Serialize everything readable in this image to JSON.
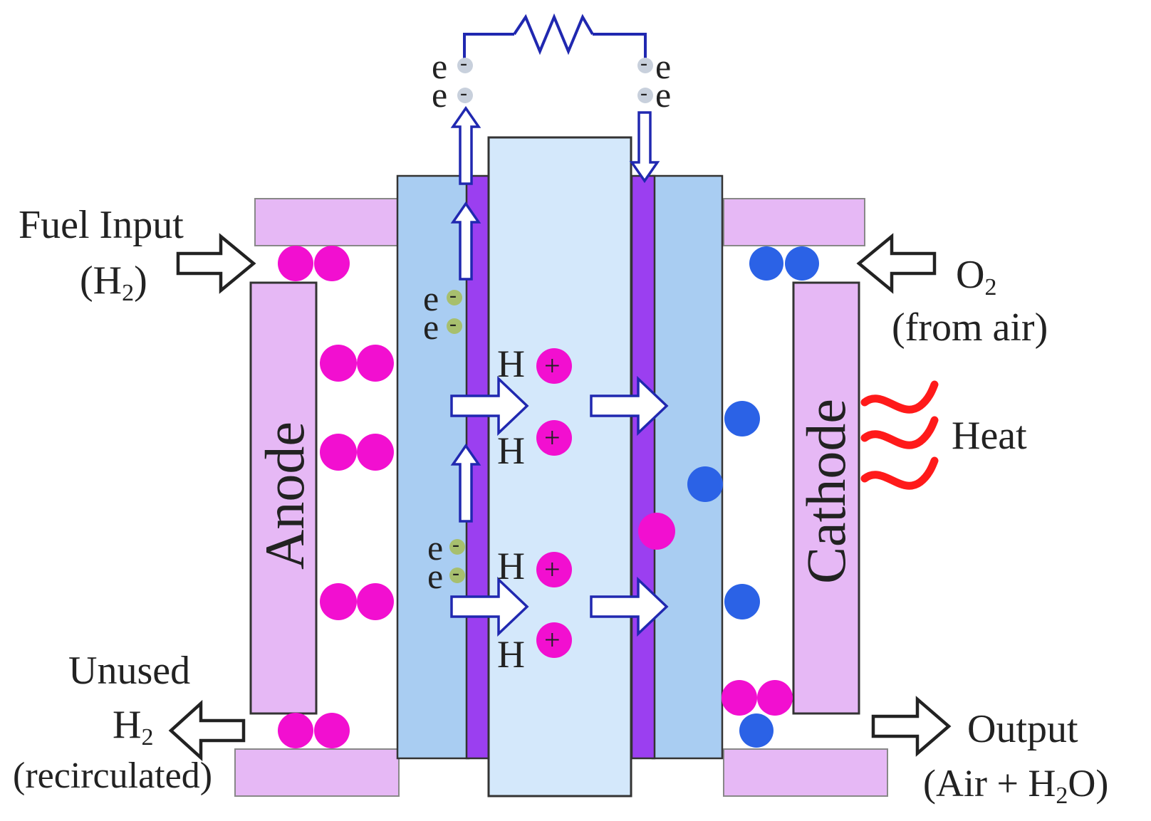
{
  "labels": {
    "fuel_input": "Fuel Input",
    "fuel_species_open": "(H",
    "fuel_species_sub": "2",
    "fuel_species_close": ")",
    "o2_main": "O",
    "o2_sub": "2",
    "o2_source": "(from air)",
    "heat": "Heat",
    "unused": "Unused",
    "unused_h": "H",
    "unused_sub": "2",
    "recirculated": "(recirculated)",
    "output": "Output",
    "output_open": "(Air + H",
    "output_sub": "2",
    "output_close": "O)",
    "anode": "Anode",
    "cathode": "Cathode",
    "electron_letter": "e",
    "electron_sign": "-",
    "proton_letter": "H",
    "proton_sign": "+"
  },
  "colors": {
    "hydrogen": "#f20fd0",
    "oxygen": "#2b62e6",
    "electrode_plate": "#e6b8f5",
    "gas_diffusion_layer": "#a9cdf2",
    "catalyst_layer": "#9b3ff0",
    "electrolyte": "#d4e8fb",
    "circuit": "#2028b0",
    "heat": "#ff1a1a",
    "electron_dot": "#a7bf6e",
    "electron_dot_top": "#c8d0dc"
  },
  "icons": [
    "resistor-icon",
    "heat-wave-icon",
    "arrow-right-icon",
    "arrow-left-icon",
    "arrow-up-icon",
    "arrow-down-icon"
  ]
}
